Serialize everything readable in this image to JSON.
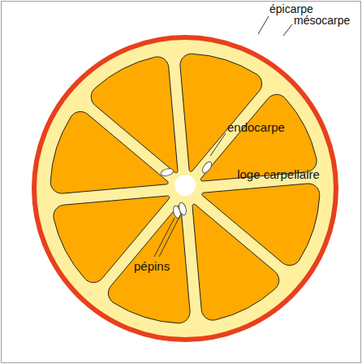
{
  "diagram": {
    "labels": [
      "épicarpe",
      "mésocarpe",
      "endocarpe",
      "loge carpellaire",
      "pépins"
    ]
  }
}
